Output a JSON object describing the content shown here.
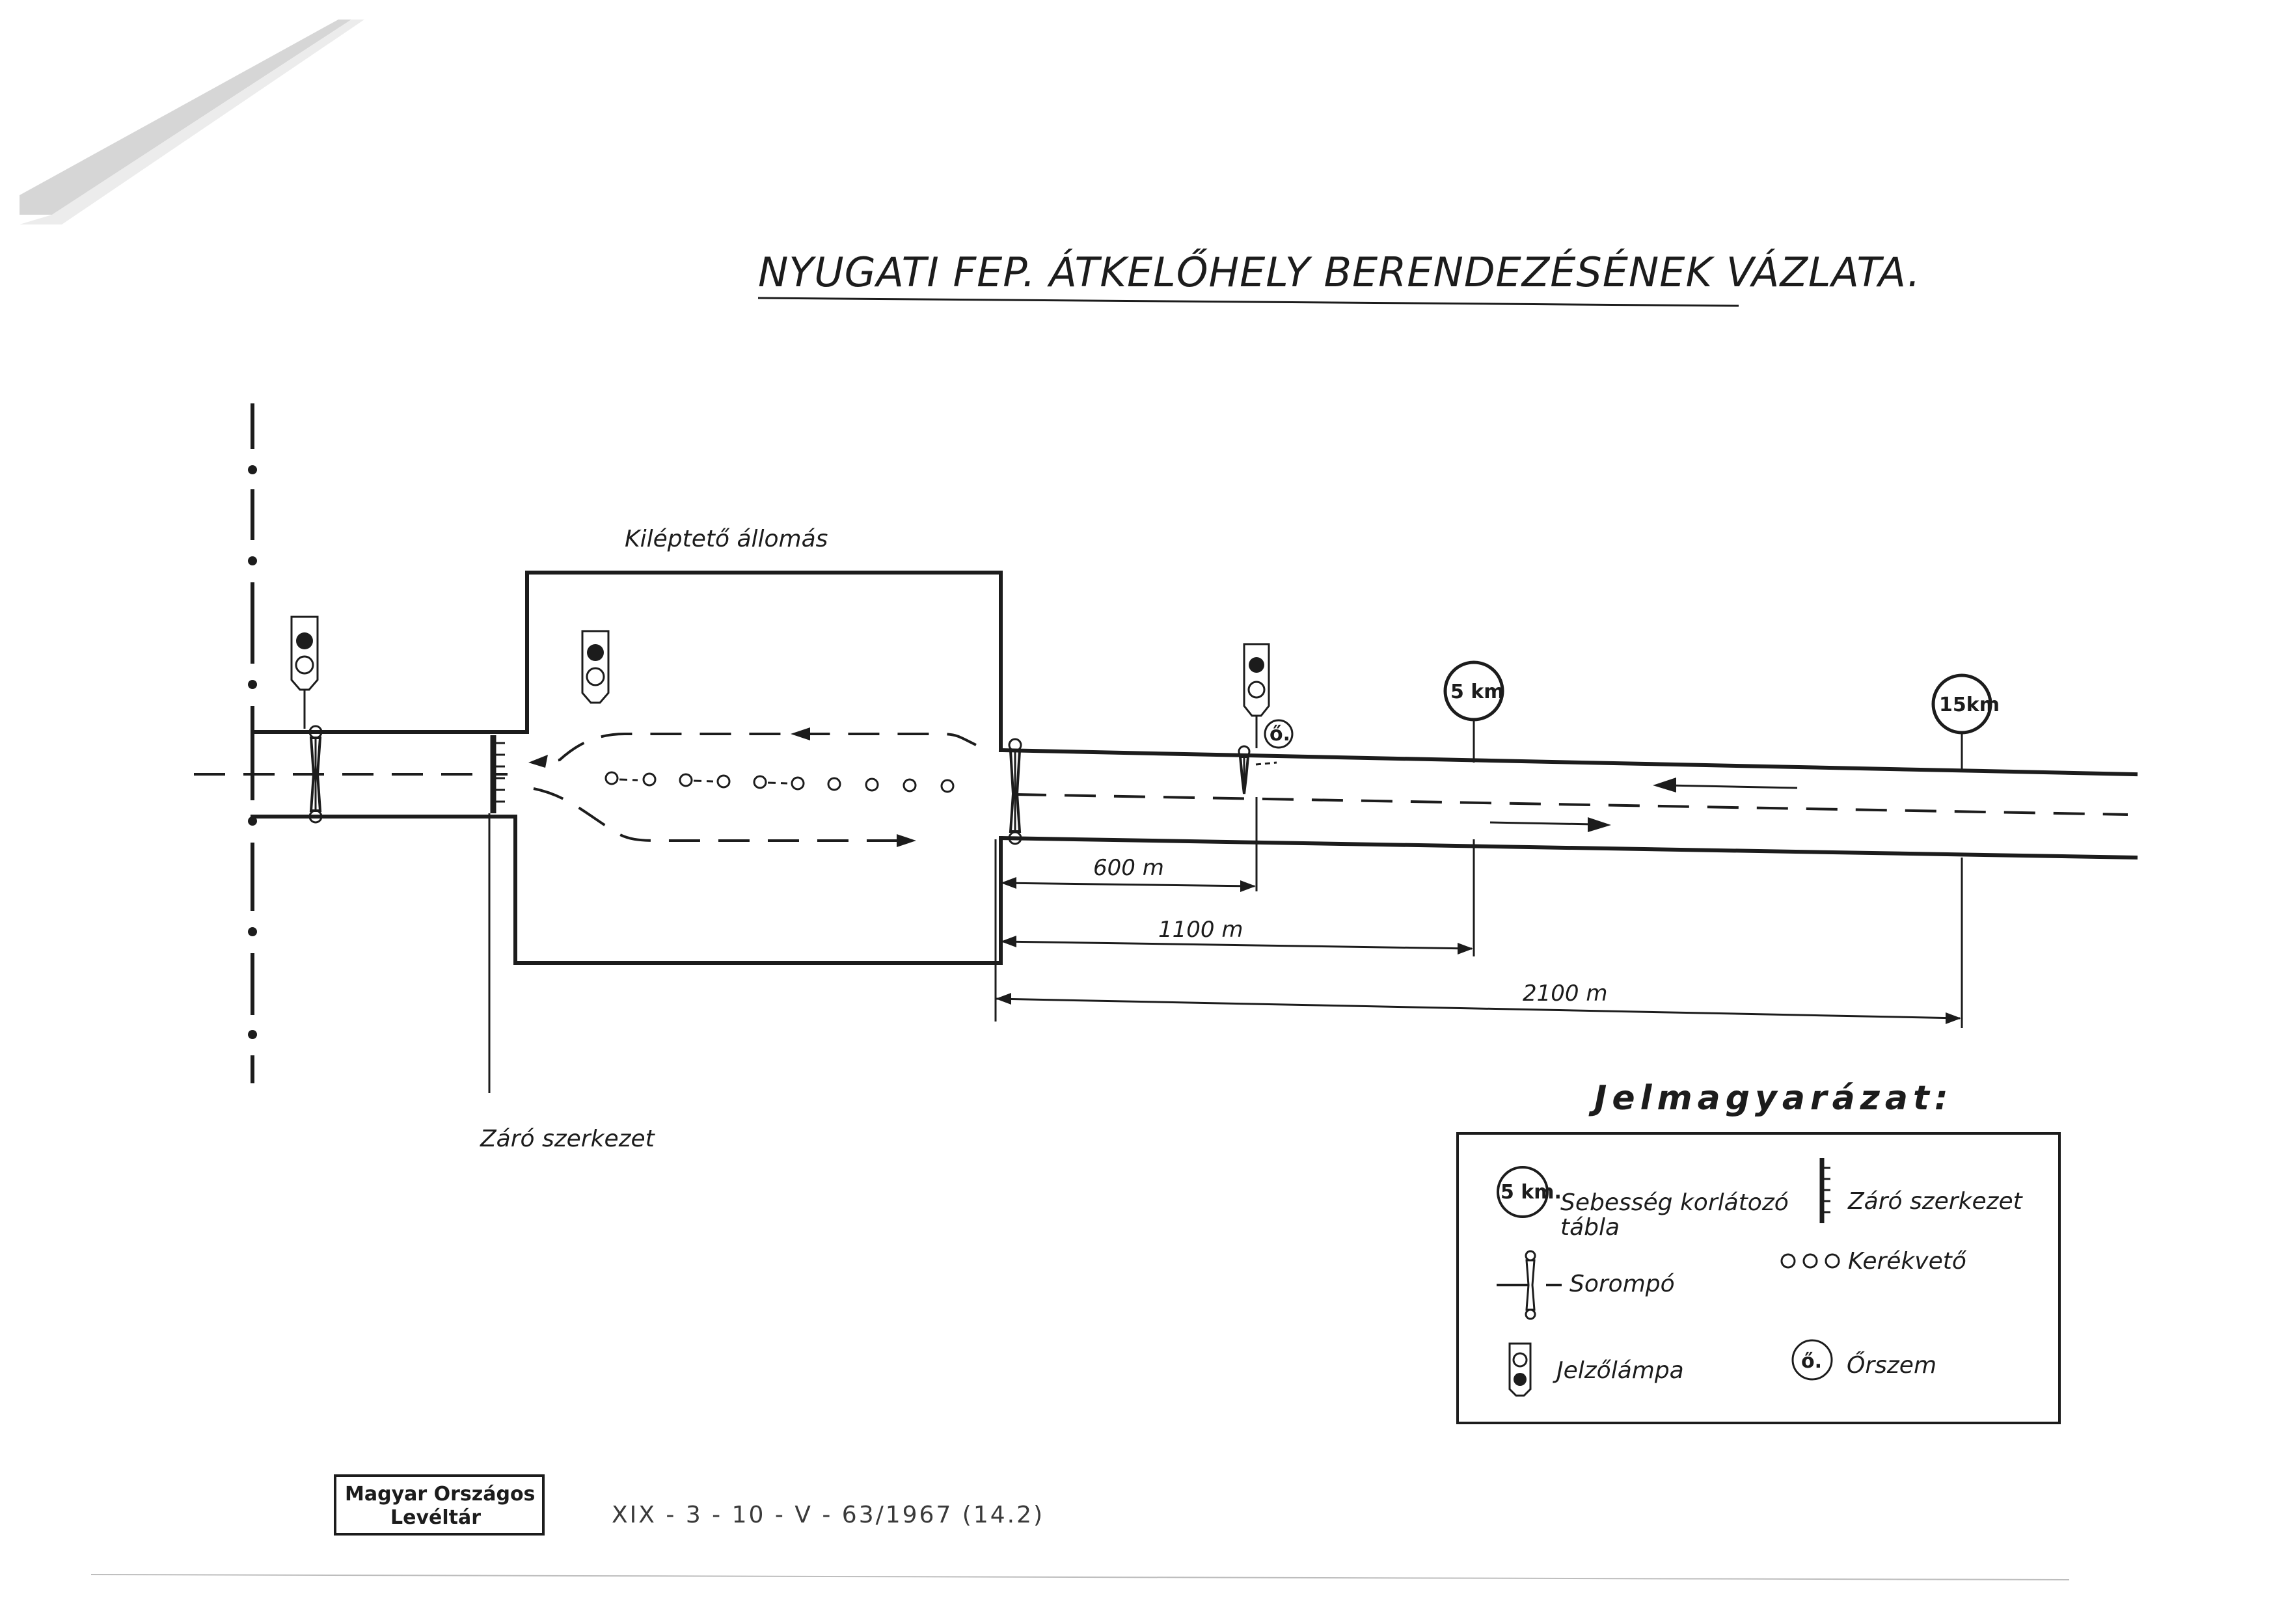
{
  "title": "NYUGATI FEP. ÁTKELŐHELY BERENDEZÉSÉNEK VÁZLATA.",
  "labels": {
    "station": "Kiléptető állomás",
    "closure": "Záró szerkezet"
  },
  "signs": {
    "limit_a": "5 km",
    "limit_b": "15km",
    "guard": "ő."
  },
  "dimensions": {
    "d1": "600 m",
    "d2": "1100 m",
    "d3": "2100 m"
  },
  "legend": {
    "title": "Jelmagyarázat:",
    "speed_sign_symbol": "5 km.",
    "speed_sign_line1": "Sebesség korlátozó",
    "speed_sign_line2": "tábla",
    "barrier": "Sorompó",
    "signal_lamp": "Jelzőlámpa",
    "closure": "Záró szerkezet",
    "wheel_stop": "Kerékvető",
    "guard_symbol": "ő.",
    "guard": "Őrszem"
  },
  "stamp": {
    "line1": "Magyar Országos",
    "line2": "Levéltár"
  },
  "archive_ref": "XIX - 3 - 10 - V - 63/1967   (14.2)"
}
